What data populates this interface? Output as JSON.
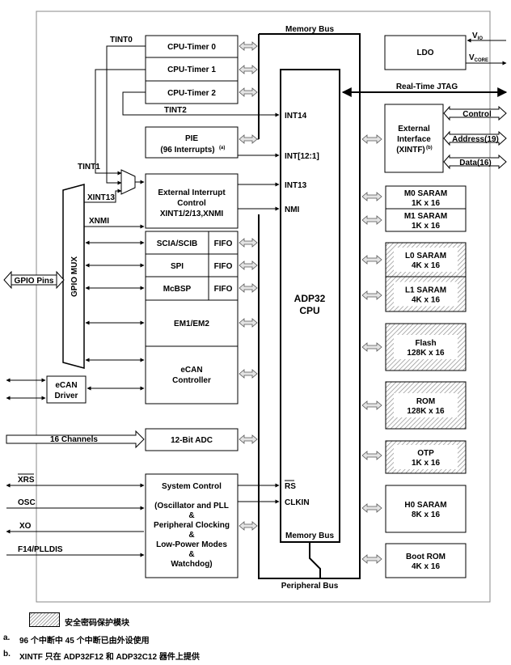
{
  "colors": {
    "stroke": "#000000",
    "hatch": "#9a9a9a",
    "arrow_fill": "#ffffff",
    "arrow_stroke": "#555555"
  },
  "buses": {
    "memory_bus_top": "Memory Bus",
    "memory_bus_inner": "Memory Bus",
    "peripheral_bus": "Peripheral Bus",
    "realtime_jtag": "Real-Time JTAG"
  },
  "cpu": {
    "line1": "ADP32",
    "line2": "CPU"
  },
  "cpu_signals": {
    "int14": "INT14",
    "int12_1": "INT[12:1]",
    "int13": "INT13",
    "nmi": "NMI",
    "rs": "RS",
    "clkin": "CLKIN"
  },
  "timers": {
    "t0": "CPU-Timer 0",
    "t1": "CPU-Timer 1",
    "t2": "CPU-Timer 2"
  },
  "tint": {
    "tint0": "TINT0",
    "tint1": "TINT1",
    "tint2": "TINT2"
  },
  "pie": {
    "line1": "PIE",
    "line2": "(96 Interrupts)",
    "note_mark": "(a)"
  },
  "xint": {
    "line1": "External Interrupt",
    "line2": "Control",
    "line3": "XINT1/2/13,XNMI"
  },
  "gpio": {
    "mux": "GPIO MUX",
    "pins": "GPIO Pins",
    "xint13": "XINT13",
    "xnmi": "XNMI"
  },
  "peripherals": {
    "sci": "SCIA/SCIB",
    "spi": "SPI",
    "mcbsp": "McBSP",
    "fifo": "FIFO",
    "em": "EM1/EM2",
    "ecan_line1": "eCAN",
    "ecan_line2": "Controller",
    "ecan_driver_line1": "eCAN",
    "ecan_driver_line2": "Driver"
  },
  "adc": {
    "label": "12-Bit ADC",
    "channels": "16 Channels"
  },
  "sysctl": {
    "title": "System Control",
    "lines": [
      "(Oscillator and PLL",
      "&",
      "Peripheral Clocking",
      "&",
      "Low-Power Modes",
      "&",
      "Watchdog)"
    ],
    "xrs": "XRS",
    "osc": "OSC",
    "xo": "XO",
    "f14": "F14/PLLDIS"
  },
  "ldo": {
    "label": "LDO",
    "vio": "V",
    "vio_sub": "IO",
    "vcore": "V",
    "vcore_sub": "CORE"
  },
  "xintf": {
    "line1": "External",
    "line2": "Interface",
    "line3": "(XINTF)",
    "note_mark": "(b)",
    "control": "Control",
    "address": "Address(19)",
    "data": "Data(16)"
  },
  "memory": [
    {
      "l1": "M0 SARAM",
      "l2": "1K x 16",
      "secure": false
    },
    {
      "l1": "M1 SARAM",
      "l2": "1K x 16",
      "secure": false
    },
    {
      "l1": "L0 SARAM",
      "l2": "4K x 16",
      "secure": true
    },
    {
      "l1": "L1 SARAM",
      "l2": "4K x 16",
      "secure": true
    },
    {
      "l1": "Flash",
      "l2": "128K x 16",
      "secure": true
    },
    {
      "l1": "ROM",
      "l2": "128K x 16",
      "secure": true
    },
    {
      "l1": "OTP",
      "l2": "1K x 16",
      "secure": true
    },
    {
      "l1": "H0 SARAM",
      "l2": "8K x 16",
      "secure": false
    },
    {
      "l1": "Boot ROM",
      "l2": "4K x 16",
      "secure": false
    }
  ],
  "legend": {
    "label": "安全密码保护模块"
  },
  "notes": [
    {
      "mark": "a.",
      "text": "96 个中断中 45 个中断已由外设使用"
    },
    {
      "mark": "b.",
      "text": "XINTF 只在 ADP32F12 和 ADP32C12 器件上提供"
    }
  ]
}
